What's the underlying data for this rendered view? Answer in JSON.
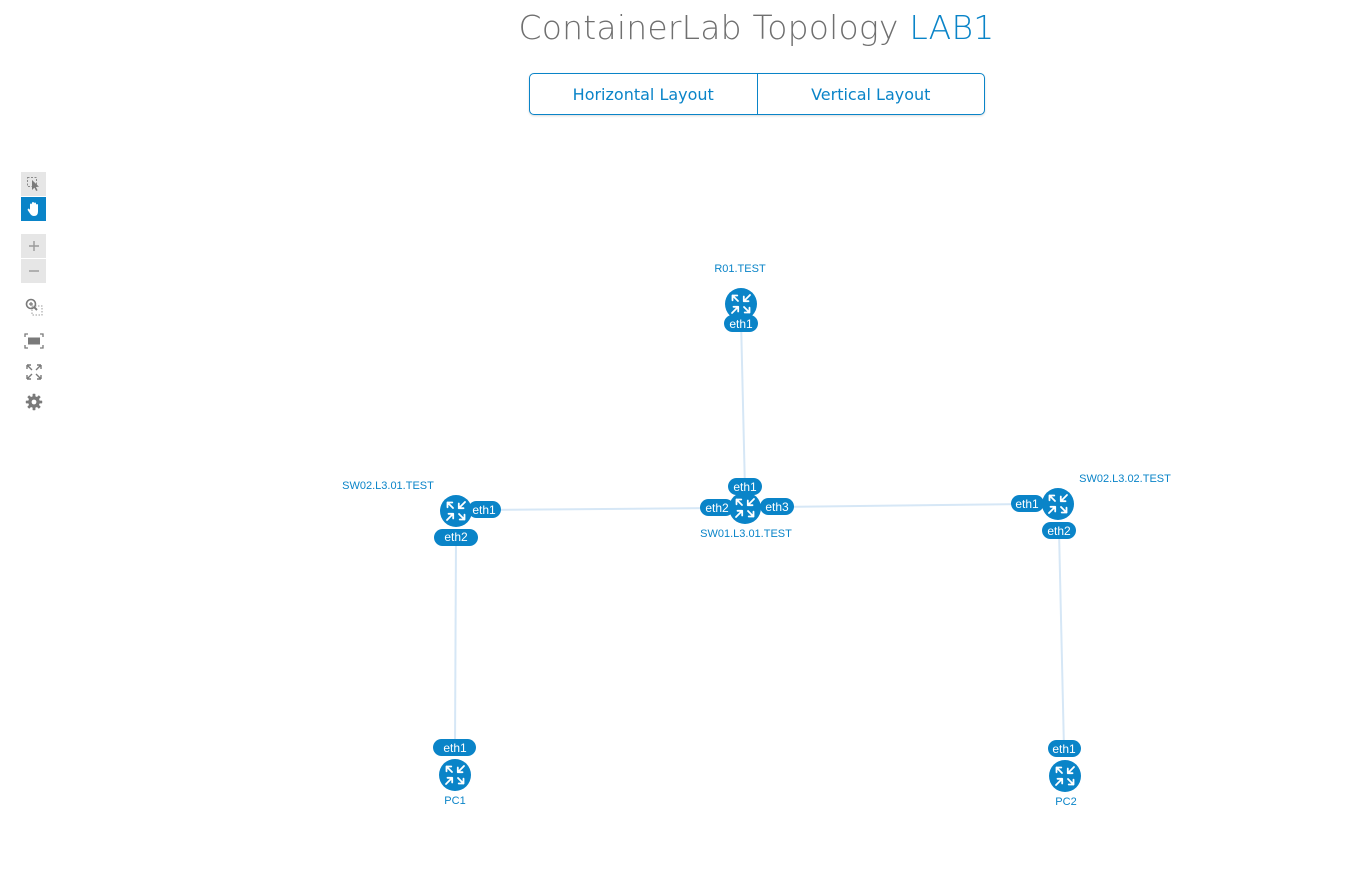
{
  "header": {
    "title_prefix": "ContainerLab Topology",
    "lab_name": "LAB1"
  },
  "layout_buttons": {
    "horizontal": "Horizontal Layout",
    "vertical": "Vertical Layout"
  },
  "toolbar": {
    "icons": [
      "select-mode-icon",
      "pan-mode-icon",
      "zoom-in-icon",
      "zoom-out-icon",
      "zoom-area-icon",
      "fit-view-icon",
      "fullscreen-icon",
      "gear-icon"
    ]
  },
  "colors": {
    "accent": "#0a84c8",
    "link": "#d6e7f6",
    "title_gray": "#6f6f6f"
  },
  "nodes": {
    "r01": "R01.TEST",
    "sw01": "SW01.L3.01.TEST",
    "sw02a": "SW02.L3.01.TEST",
    "sw02b": "SW02.L3.02.TEST",
    "pc1": "PC1",
    "pc2": "PC2"
  },
  "ports": {
    "r01_eth1": "eth1",
    "sw01_eth1": "eth1",
    "sw01_eth2": "eth2",
    "sw01_eth3": "eth3",
    "sw02a_eth1": "eth1",
    "sw02a_eth2": "eth2",
    "sw02b_eth1": "eth1",
    "sw02b_eth2": "eth2",
    "pc1_eth1": "eth1",
    "pc2_eth1": "eth1"
  }
}
